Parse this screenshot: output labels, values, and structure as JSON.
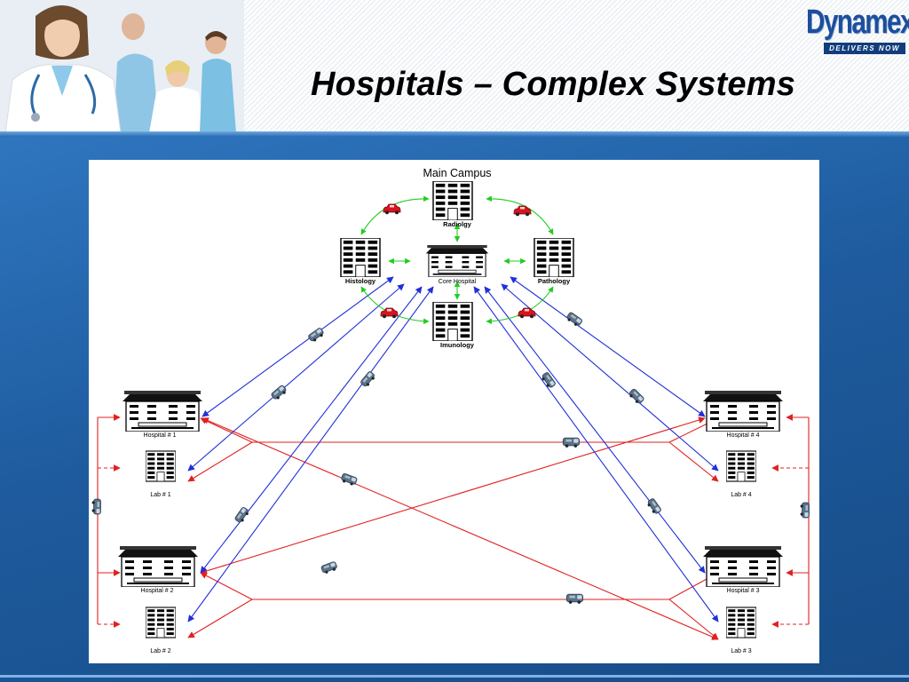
{
  "slide": {
    "title": "Hospitals – Complex Systems",
    "logo": {
      "name": "Dynamex",
      "tagline": "DELIVERS NOW",
      "brand_color": "#1c4f9c"
    }
  },
  "colors": {
    "red_route": "#e02020",
    "blue_route": "#2030d8",
    "green_route": "#22cc22"
  },
  "diagram": {
    "main_campus_label": "Main Campus",
    "nodes": {
      "radiology": "Radiolgy",
      "histology": "Histology",
      "core": "Core Hospital",
      "pathology": "Pathology",
      "immunology": "Imunology",
      "hospital1": "Hospital # 1",
      "lab1": "Lab # 1",
      "hospital2": "Hospital # 2",
      "lab2": "Lab # 2",
      "hospital3": "Hospital # 3",
      "lab3": "Lab # 3",
      "hospital4": "Hospital # 4",
      "lab4": "Lab # 4"
    }
  }
}
